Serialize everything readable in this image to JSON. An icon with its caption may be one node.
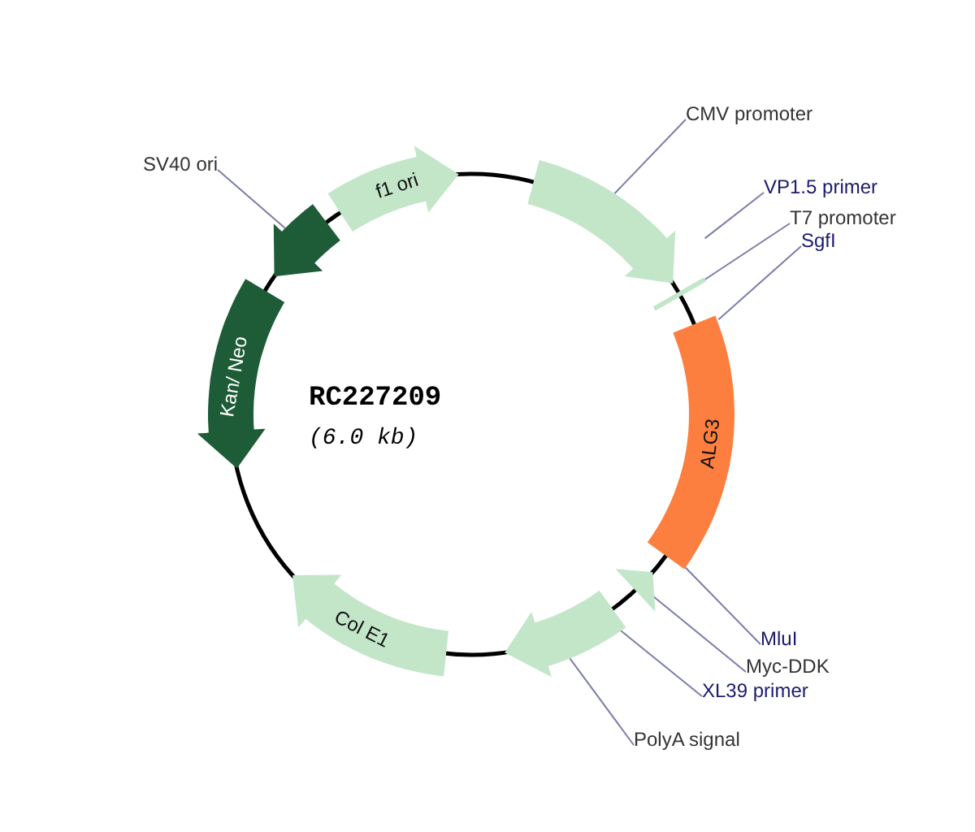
{
  "diagram": {
    "nodes": [
      {
        "text": [
          "SV40 ori"
        ]
      },
      {
        "text": [],
        "shape": "arrow"
      },
      {
        "text": [
          "f1 ori"
        ]
      },
      {
        "text": [
          "CMV promoter"
        ]
      },
      {
        "text": [],
        "shape": "arrow"
      },
      {
        "text": [
          "VP1.5 primer"
        ]
      },
      {
        "text": [
          "T7 promoter"
        ]
      },
      {
        "text": [],
        "shape": "bar"
      },
      {
        "text": [
          "SgfI"
        ]
      },
      {
        "text": [
          "Kan/ Neo"
        ]
      },
      {
        "text": [
          "ALG3"
        ]
      },
      {
        "text": [
          "MluI"
        ]
      },
      {
        "text": [
          "Myc-DDK"
        ]
      },
      {
        "text": [],
        "shape": "arrow"
      },
      {
        "text": [
          "XL39 primer"
        ]
      },
      {
        "text": [
          "Col E1"
        ]
      },
      {
        "text": [
          "PolyA signal"
        ]
      },
      {
        "text": [],
        "shape": "arrow"
      }
    ],
    "edges": [
      {
        "from": 0,
        "to": 1,
        "arrow": "none"
      },
      {
        "from": 3,
        "to": 4,
        "arrow": "none"
      },
      {
        "from": 5,
        "to": null,
        "arrow": "none"
      },
      {
        "from": 6,
        "to": 7,
        "arrow": "none"
      },
      {
        "from": 8,
        "to": 10,
        "arrow": "none"
      },
      {
        "from": 11,
        "to": 10,
        "arrow": "none"
      },
      {
        "from": 12,
        "to": 13,
        "arrow": "none"
      },
      {
        "from": 14,
        "to": 17,
        "arrow": "none"
      },
      {
        "from": 16,
        "to": 17,
        "arrow": "none"
      }
    ],
    "labels": [
      "RC227209",
      "(6.0 kb)"
    ]
  }
}
